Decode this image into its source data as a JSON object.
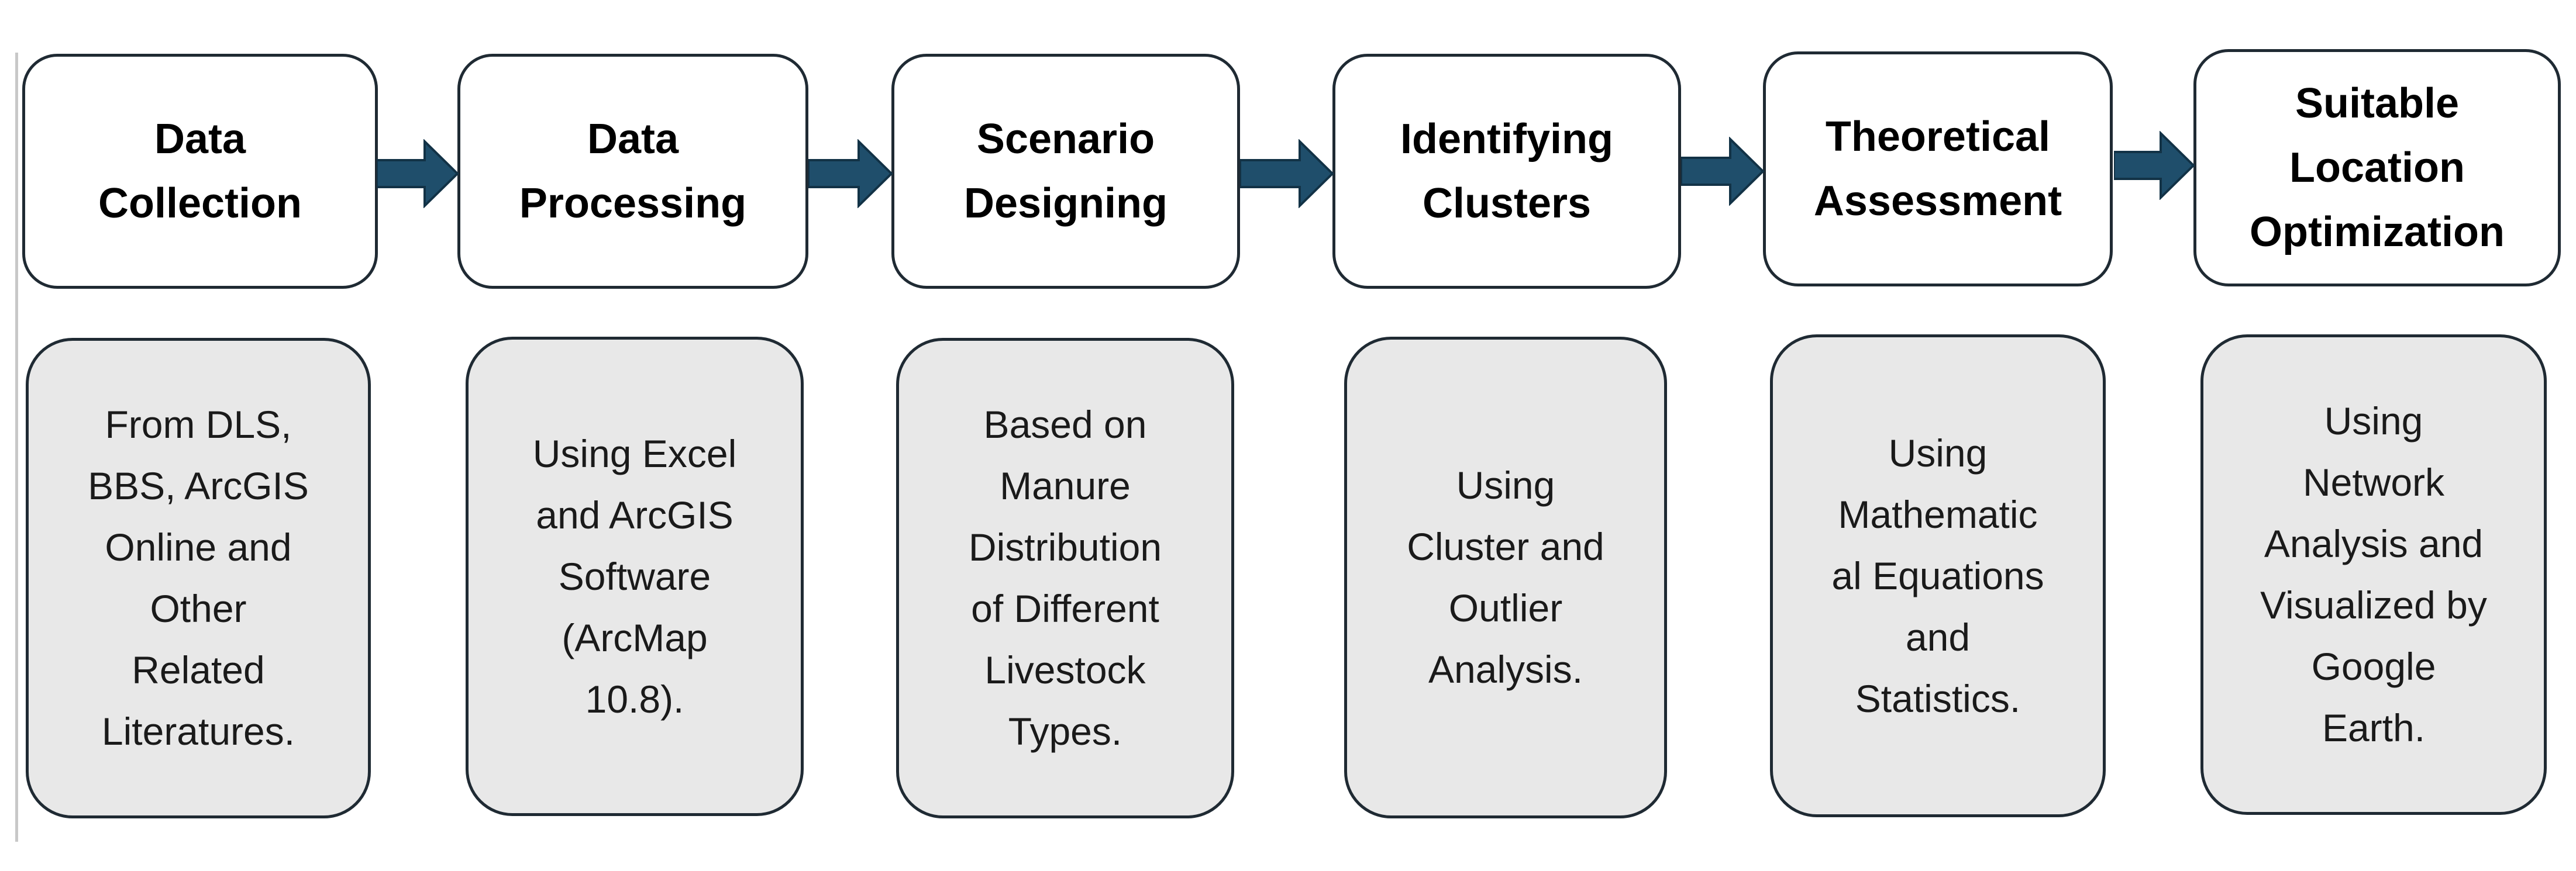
{
  "arrow_color": "#1f4e6b",
  "stages": [
    {
      "title": "Data\nCollection",
      "description": "From DLS,\nBBS, ArcGIS\nOnline and\nOther\nRelated\nLiteratures."
    },
    {
      "title": "Data\nProcessing",
      "description": "Using Excel\nand ArcGIS\nSoftware\n(ArcMap\n10.8)."
    },
    {
      "title": "Scenario\nDesigning",
      "description": "Based on\nManure\nDistribution\nof Different\nLivestock\nTypes."
    },
    {
      "title": "Identifying\nClusters",
      "description": "Using\nCluster and\nOutlier\nAnalysis."
    },
    {
      "title": "Theoretical\nAssessment",
      "description": "Using\nMathematic\nal Equations\nand\nStatistics."
    },
    {
      "title": "Suitable\nLocation\nOptimization",
      "description": "Using\nNetwork\nAnalysis and\nVisualized by\nGoogle\nEarth."
    }
  ]
}
